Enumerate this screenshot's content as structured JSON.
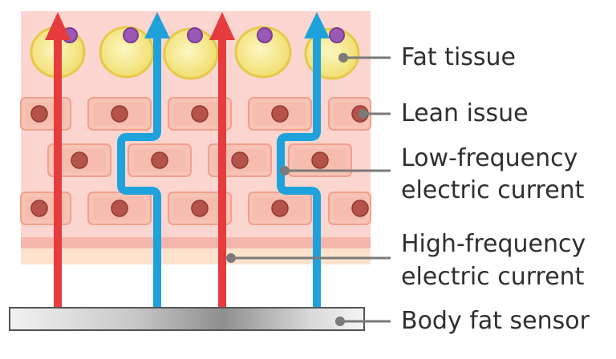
{
  "labels": {
    "fat_tissue": "Fat tissue",
    "lean_tissue": "Lean issue",
    "low_frequency_line1": "Low-frequency",
    "low_frequency_line2": "electric current",
    "high_frequency_line1": "High-frequency",
    "high_frequency_line2": "electric current",
    "body_fat_sensor": "Body fat sensor"
  },
  "colors": {
    "tissue_bg": "#fbd6d0",
    "fat_cell": "#f7ee8a",
    "fat_cell_border": "#e7c84a",
    "nucleus_fat": "#9b59b6",
    "lean_cell": "#f7c3b4",
    "lean_cell_border": "#f2a08c",
    "nucleus_lean": "#b5524a",
    "high_frequency_arrow": "#e63c3e",
    "low_frequency_arrow": "#1fa2dc",
    "leader_line": "#777777",
    "text": "#2f2f2f"
  }
}
